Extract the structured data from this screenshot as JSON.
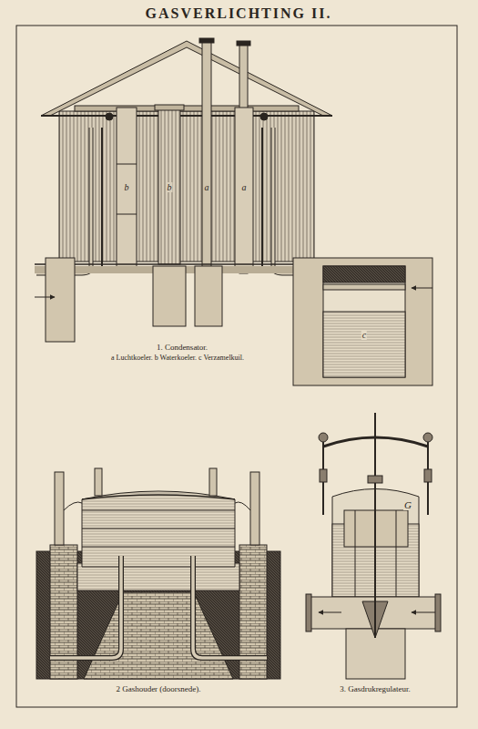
{
  "diagram": {
    "title": "GASVERLICHTING II.",
    "labels": [
      "b",
      "b",
      "a",
      "a",
      "c",
      "1. Condensator.",
      "a Luchtkoeler. b Waterkoeler. c Verzamelkuil.",
      "G",
      "2 Gashouder (doorsnede).",
      "3. Gasdrukregulateur."
    ]
  }
}
